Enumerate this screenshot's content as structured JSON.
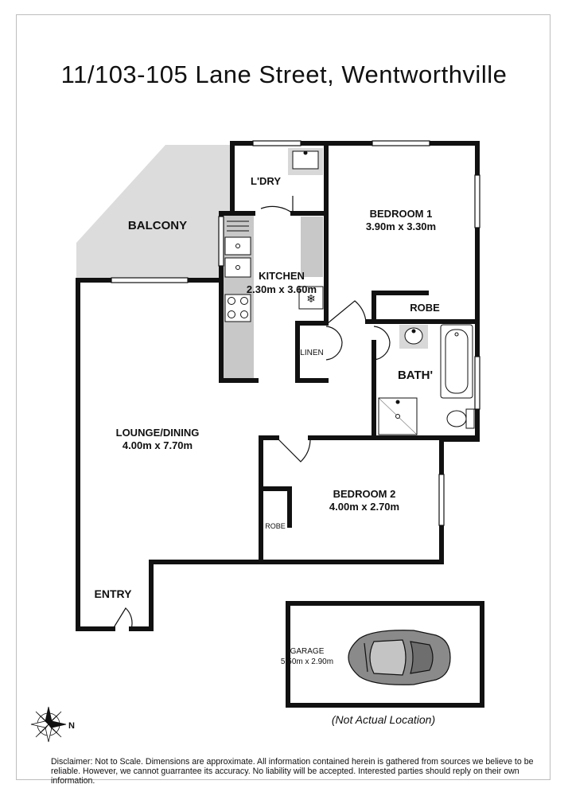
{
  "title": "11/103-105 Lane Street, Wentworthville",
  "rooms": {
    "balcony": "BALCONY",
    "laundry": "L'DRY",
    "kitchen": "KITCHEN",
    "kitchen_dims": "2.30m x 3.60m",
    "bedroom1": "BEDROOM 1",
    "bedroom1_dims": "3.90m x 3.30m",
    "robe": "ROBE",
    "linen": "LINEN",
    "bath": "BATH'",
    "lounge": "LOUNGE/DINING",
    "lounge_dims": "4.00m x 7.70m",
    "bedroom2": "BEDROOM 2",
    "bedroom2_dims": "4.00m x 2.70m",
    "robe2": "ROBE",
    "entry": "ENTRY",
    "garage": "GARAGE",
    "garage_dims": "5.50m x 2.90m"
  },
  "compass": {
    "north_label": "N"
  },
  "icons": [
    "compass-icon",
    "car-icon",
    "sink-icon",
    "stove-icon",
    "fridge-icon",
    "bathtub-icon",
    "toilet-icon",
    "shower-icon",
    "basin-icon"
  ],
  "note": "(Not Actual  Location)",
  "disclaimer": "Disclaimer: Not to Scale. Dimensions are approximate. All information contained herein is gathered from sources we believe to be reliable. However, we cannot guarrantee its accuracy. No liability will be accepted. Interested parties should reply on their own information.",
  "colors": {
    "wall": "#111111",
    "floor_shade": "#dcdcdc",
    "frame": "#bdbdbd"
  }
}
